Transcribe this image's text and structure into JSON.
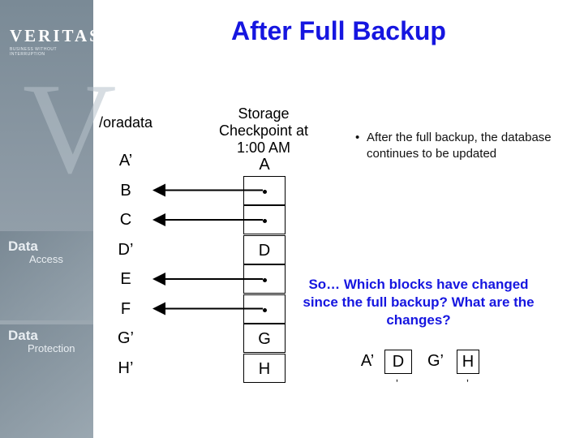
{
  "sidebar": {
    "logo": "VERITAS",
    "logo_tagline": "BUSINESS WITHOUT INTERRUPTION",
    "data_access_1": "Data",
    "data_access_2": "Access",
    "data_protection_1": "Data",
    "data_protection_2": "Protection"
  },
  "slide": {
    "title": "After Full Backup",
    "col_a_label": "/oradata",
    "col_b_label": "Storage\nCheckpoint at\n1:00 AM",
    "col_a_cells": [
      "A’",
      "B",
      "C",
      "D’",
      "E",
      "F",
      "G’",
      "H’"
    ],
    "col_b_cells": [
      "A",
      "",
      "",
      "D",
      "",
      "",
      "G",
      "H"
    ],
    "bullet": "After the full backup, the database continues to be updated",
    "question": "So… Which blocks have changed since the full backup? What are the changes?",
    "answer": [
      "A’",
      "D",
      "G’",
      "H"
    ],
    "answer_subs": [
      "’",
      "’"
    ]
  },
  "colors": {
    "title": "#1616e0",
    "question": "#1616e0"
  }
}
